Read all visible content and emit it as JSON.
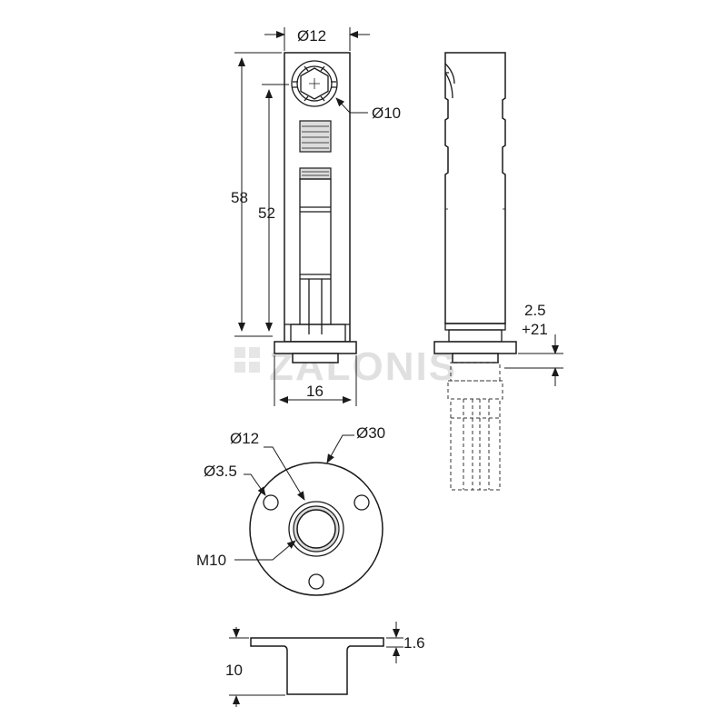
{
  "watermark": "ZALONIS",
  "front_view": {
    "width_top": "Ø12",
    "hex_socket": "Ø10",
    "height_total": "58",
    "height_body": "52",
    "flange_width": "16"
  },
  "side_view": {
    "adjust_upper": "2.5",
    "adjust_lower": "+21"
  },
  "plan_view": {
    "bore": "Ø12",
    "outer": "Ø30",
    "hole": "Ø3.5",
    "thread": "M10"
  },
  "section_view": {
    "flange_thickness": "1.6",
    "height": "10"
  }
}
